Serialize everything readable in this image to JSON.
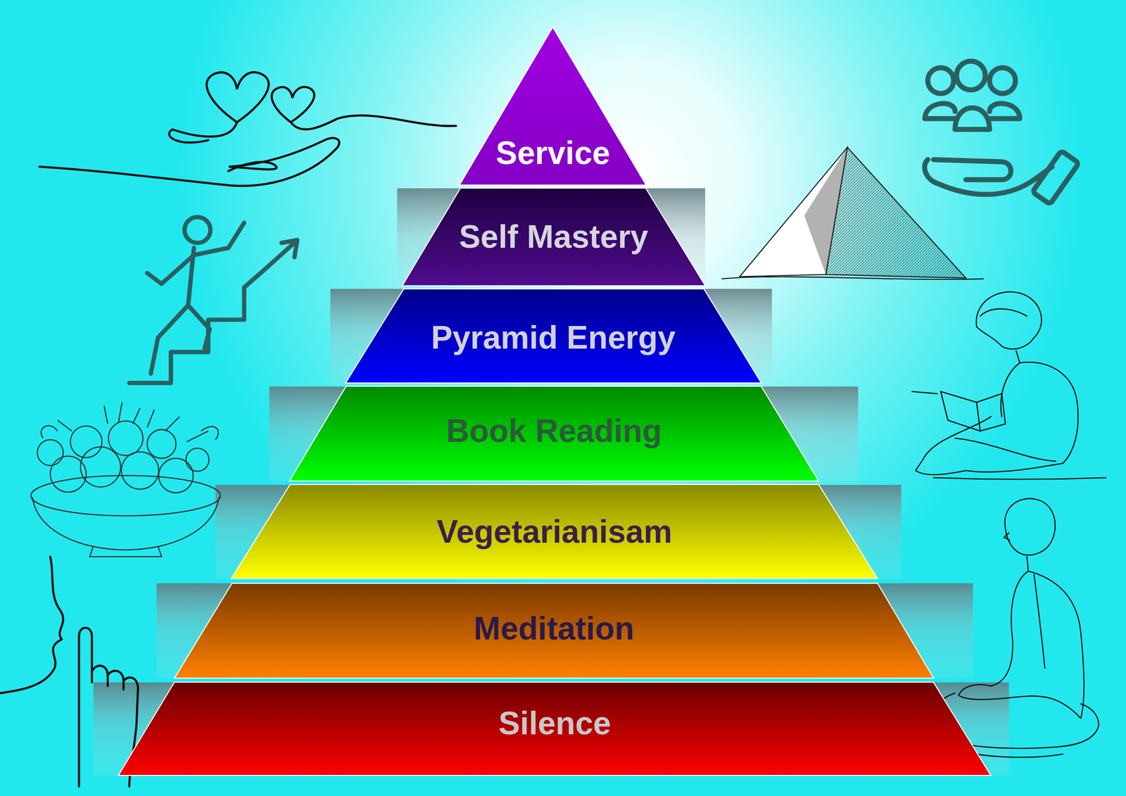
{
  "diagram": {
    "nodes": [
      {
        "text": [
          "Service"
        ]
      },
      {
        "text": [
          "Self Mastery"
        ]
      },
      {
        "text": [
          "Pyramid Energy"
        ]
      },
      {
        "text": [
          "Book Reading"
        ]
      },
      {
        "text": [
          "Vegetarianisam"
        ]
      },
      {
        "text": [
          "Meditation"
        ]
      },
      {
        "text": [
          "Silence"
        ]
      }
    ]
  }
}
